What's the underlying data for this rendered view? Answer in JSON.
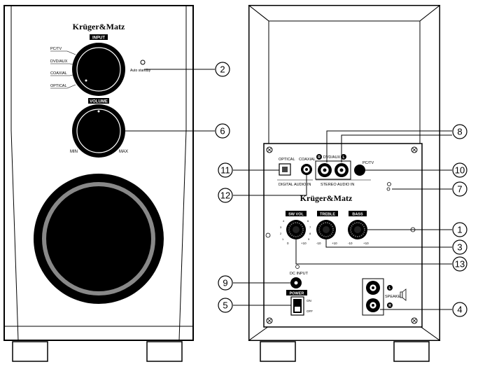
{
  "front": {
    "brand": "Krüger&Matz",
    "input_label": "INPUT",
    "input_options": [
      "PC/TV",
      "DVD/AUX",
      "COAXIAL",
      "OPTICAL"
    ],
    "auto_standby": "Auto standby",
    "volume_label": "VOLUME",
    "vol_min": "MIN",
    "vol_max": "MAX"
  },
  "back": {
    "brand": "Krüger&Matz",
    "optical": "OPTICAL",
    "coaxial": "COAXIAL",
    "digital_audio_in": "DIGITAL AUDIO IN",
    "r_badge": "R",
    "l_badge": "L",
    "dvd_aux": "DVD/AUX",
    "stereo_audio_in": "STEREO AUDIO IN",
    "pc_tv": "PC/TV",
    "sw_vol": "SW VOL",
    "treble": "TREBLE",
    "bass": "BASS",
    "sw_ticks": [
      "0",
      "+10"
    ],
    "treble_ticks": [
      "-10",
      "+10"
    ],
    "bass_ticks": [
      "-10",
      "+10"
    ],
    "dc_input": "DC INPUT",
    "power": "POWER",
    "on": "ON",
    "off": "OFF",
    "speaker": "SPEAKER"
  },
  "callouts": [
    "1",
    "2",
    "3",
    "4",
    "5",
    "6",
    "7",
    "8",
    "9",
    "10",
    "11",
    "12",
    "13"
  ]
}
